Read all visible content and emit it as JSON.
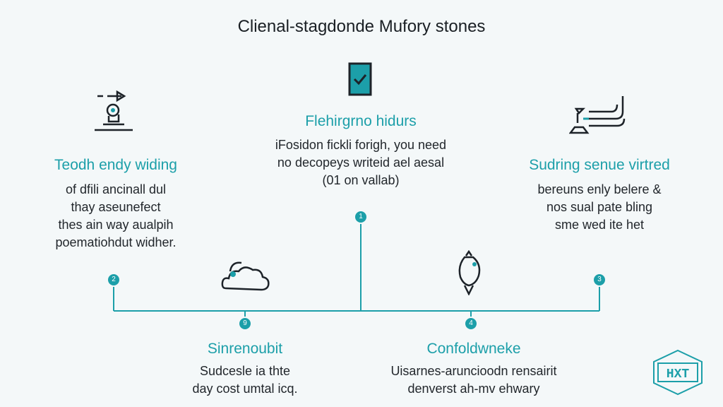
{
  "title": "Clienal-stagdonde Mufory stones",
  "steps": [
    {
      "number": "1",
      "heading": "Flehirgrno hidurs",
      "lines": [
        "iFosidon fickli forigh, you need",
        "no decopeys writeid ael aesal",
        "(01 on vallab)"
      ],
      "icon": "tablet-check-icon"
    },
    {
      "number": "2",
      "heading": "Teodh endy widing",
      "lines": [
        "of dfili ancinall dul",
        "thay aseunefect",
        "thes ain way aualpih",
        "poematiohdut widher."
      ],
      "icon": "machine-icon"
    },
    {
      "number": "3",
      "heading": "Sudring senue virtred",
      "lines": [
        "bereuns enly belere &",
        "nos sual pate bling",
        "sme wed ite het"
      ],
      "icon": "pipeline-icon"
    },
    {
      "number": "9",
      "heading": "Sinrenoubit",
      "lines": [
        "Sudcesle ia thte",
        "day cost umtal icq."
      ],
      "icon": "cloud-icon"
    },
    {
      "number": "4",
      "heading": "Confoldwneke",
      "lines": [
        "Uisarnes-aruncioodn rensairit",
        "denverst ah-mv ehwary"
      ],
      "icon": "bird-icon"
    }
  ],
  "colors": {
    "accent": "#1c9fa9",
    "text": "#22272c",
    "background": "#f4f8f9"
  },
  "logo": {
    "text": "HXT"
  }
}
